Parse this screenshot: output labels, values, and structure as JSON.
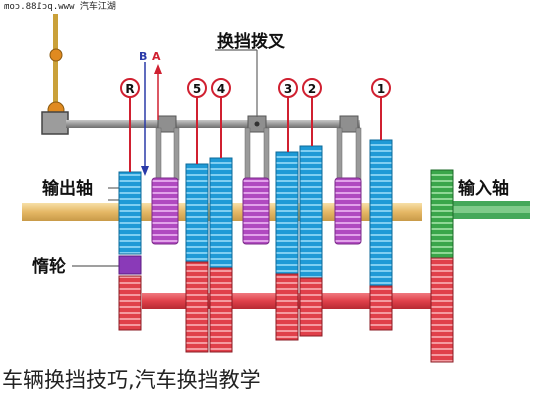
{
  "watermark": {
    "site": "www.pc188.com",
    "brand": "汽车江湖"
  },
  "labels": {
    "shift_fork": "换挡拨叉",
    "output_shaft": "输出轴",
    "input_shaft": "输入轴",
    "idler_gear": "惰轮",
    "marker_a": "A",
    "marker_b": "B"
  },
  "gears": [
    {
      "id": "R",
      "label": "R"
    },
    {
      "id": "5",
      "label": "5"
    },
    {
      "id": "4",
      "label": "4"
    },
    {
      "id": "3",
      "label": "3"
    },
    {
      "id": "2",
      "label": "2"
    },
    {
      "id": "1",
      "label": "1"
    }
  ],
  "caption": "车辆换挡技巧,汽车换挡教学",
  "colors": {
    "blue_gear": "#1f9ad6",
    "red_gear": "#e0404a",
    "green_gear": "#3aa64a",
    "purple_sync": "#b04ac0",
    "shaft": "#e9c27a",
    "gray_rod": "#8a8a8a"
  }
}
